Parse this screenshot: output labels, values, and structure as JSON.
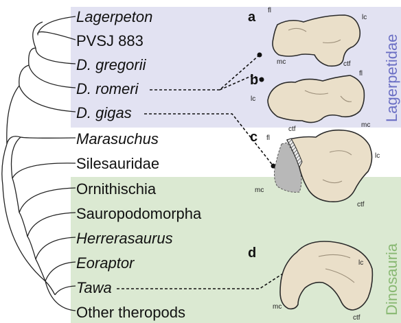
{
  "taxa": [
    {
      "label": "Lagerpeton",
      "italic": true
    },
    {
      "label": "PVSJ 883",
      "italic": false
    },
    {
      "label": "D. gregorii",
      "italic": true
    },
    {
      "label": "D. romeri",
      "italic": true
    },
    {
      "label": "D. gigas",
      "italic": true
    },
    {
      "label": "Marasuchus",
      "italic": true
    },
    {
      "label": "Silesauridae",
      "italic": false
    },
    {
      "label": "Ornithischia",
      "italic": false
    },
    {
      "label": "Sauropodomorpha",
      "italic": false
    },
    {
      "label": "Herrerasaurus",
      "italic": true
    },
    {
      "label": "Eoraptor",
      "italic": true
    },
    {
      "label": "Tawa",
      "italic": true
    },
    {
      "label": "Other theropods",
      "italic": false
    }
  ],
  "clades": {
    "lagerpetidae": {
      "label": "Lagerpetidae",
      "color": "#6b6fc4",
      "bg": "#e2e2f2"
    },
    "dinosauria": {
      "label": "Dinosauria",
      "color": "#88b872",
      "bg": "#dbe9d2"
    }
  },
  "panels": {
    "a": {
      "letter": "a",
      "labels": {
        "fl": "fl",
        "lc": "lc",
        "mc": "mc",
        "ctf": "ctf"
      }
    },
    "b": {
      "letter": "b",
      "labels": {
        "fl": "fl",
        "lc": "lc",
        "mc": "mc",
        "ctf": "ctf"
      }
    },
    "c": {
      "letter": "c",
      "labels": {
        "fl": "fl",
        "lc": "lc",
        "mc": "mc",
        "ctf": "ctf"
      }
    },
    "d": {
      "letter": "d",
      "labels": {
        "lc": "lc",
        "mc": "mc",
        "ctf": "ctf"
      }
    }
  },
  "colors": {
    "bone_fill": "#eadfc9",
    "bone_stroke": "#2a2a2a",
    "missing_fill": "#b8b8b8"
  }
}
